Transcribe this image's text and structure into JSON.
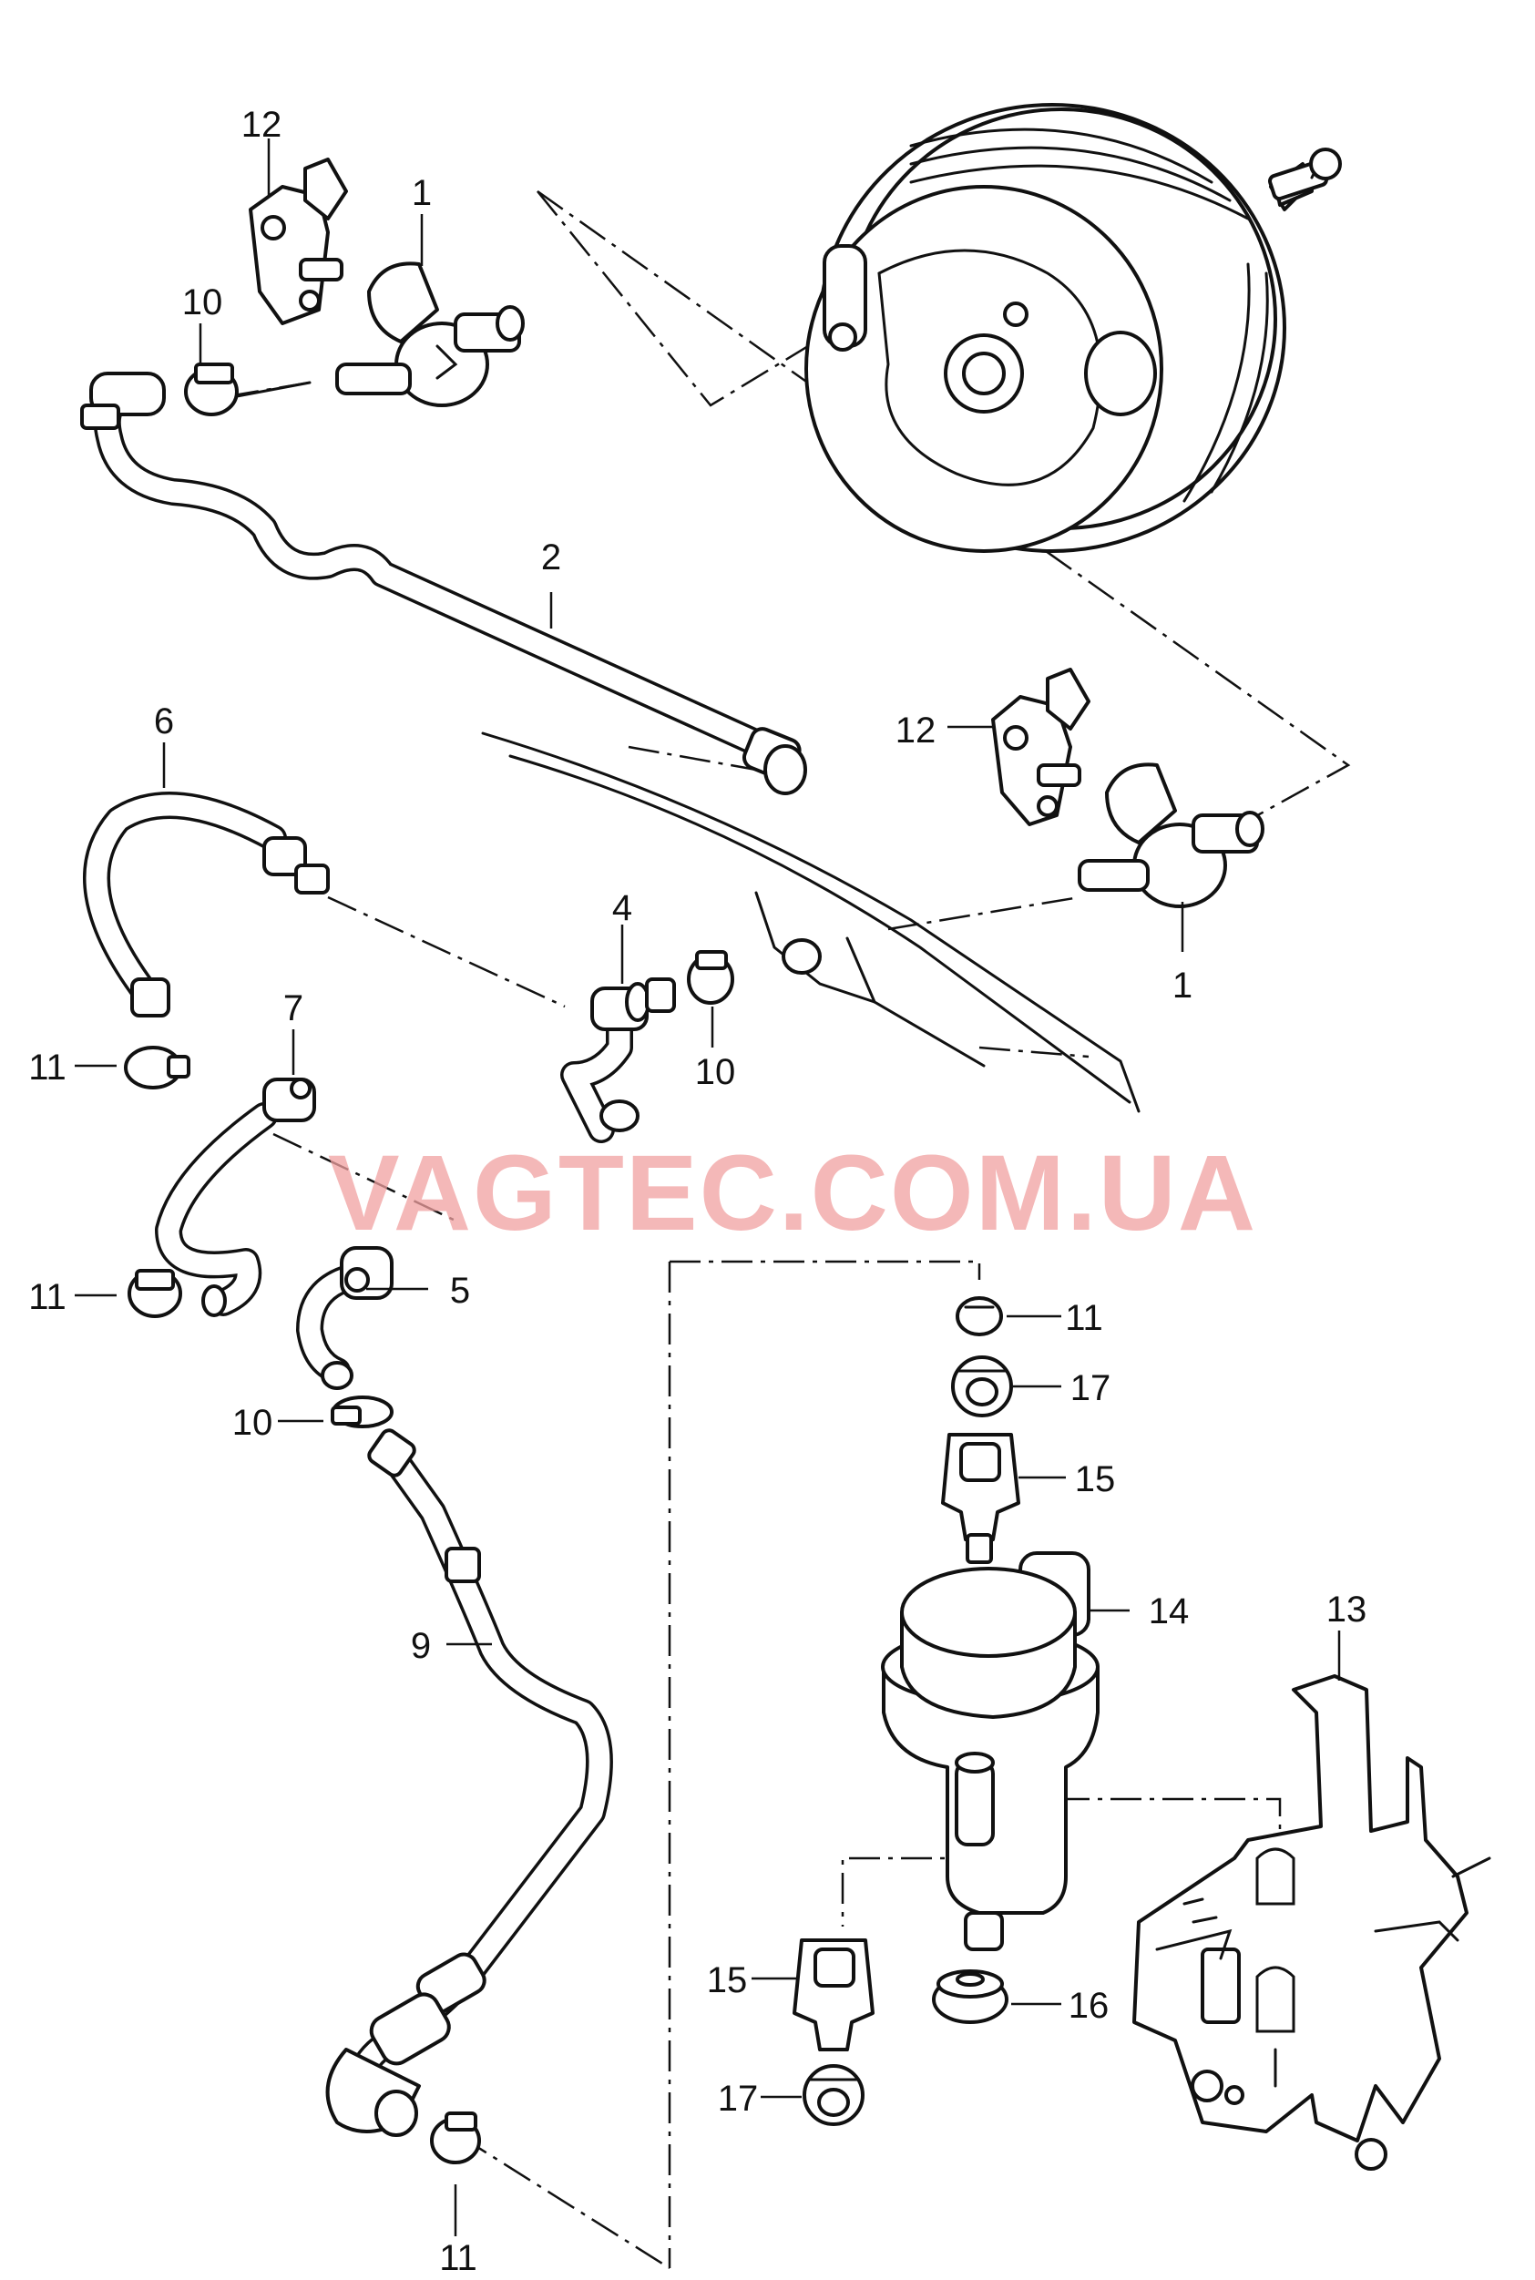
{
  "watermark": "VAGTEC.COM.UA",
  "callouts": {
    "c12a": "12",
    "c1a": "1",
    "c10a": "10",
    "c2": "2",
    "c12b": "12",
    "c6": "6",
    "c4": "4",
    "c1b": "1",
    "c11a": "11",
    "c10b": "10",
    "c7": "7",
    "c11b": "11",
    "c5": "5",
    "c10c": "10",
    "c11c": "11",
    "c17a": "17",
    "c15a": "15",
    "c14": "14",
    "c13": "13",
    "c9": "9",
    "c15b": "15",
    "c16": "16",
    "c17b": "17",
    "c11d": "11"
  },
  "colors": {
    "line": "#111111",
    "watermark": "#f0a0a0"
  }
}
